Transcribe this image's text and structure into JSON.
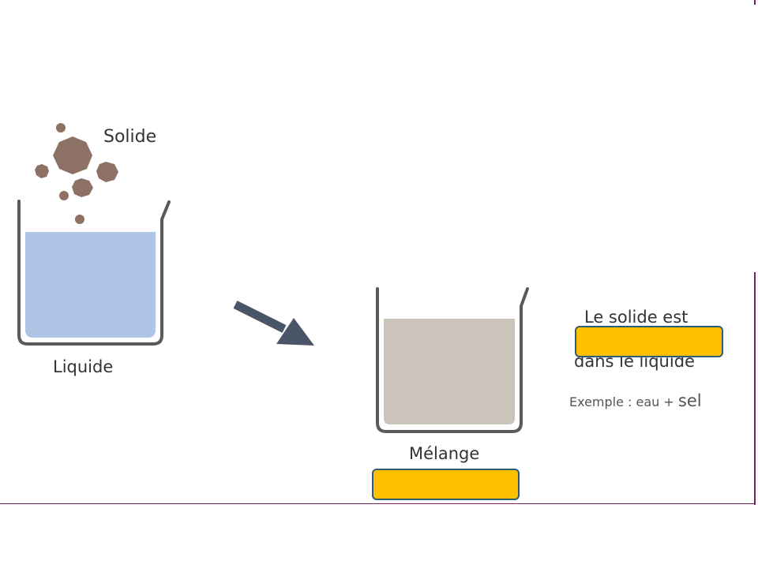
{
  "labels": {
    "solid": "Solide",
    "liquid": "Liquide",
    "mixture": "Mélange",
    "statement_line1": "Le solide est",
    "statement_line2": "dans le liquide",
    "example_prefix": "Exemple : eau + ",
    "example_suffix": "sel"
  },
  "colors": {
    "beaker_outline": "#5a5a5a",
    "liquid_fill": "#aec5e6",
    "mixture_fill": "#cbc4bb",
    "solid_particles": "#8c7164",
    "arrow": "#4a5568",
    "answer_box_fill": "#ffc000",
    "answer_box_border": "#2f5b73",
    "frame_border": "#7a1f5c"
  },
  "answer_boxes": [
    {
      "name": "answer-box-statement",
      "value": ""
    },
    {
      "name": "answer-box-mixture-type",
      "value": ""
    }
  ]
}
